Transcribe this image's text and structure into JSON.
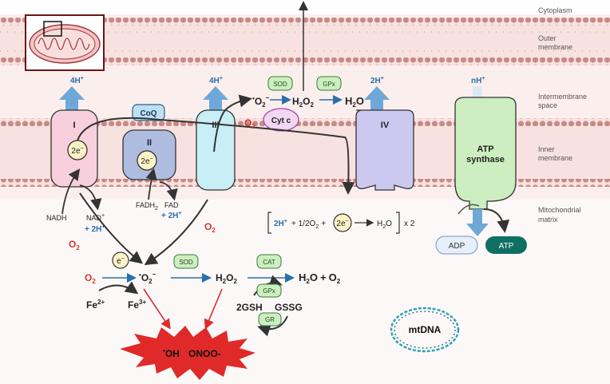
{
  "regions": {
    "cytoplasm": "Cytoplasm",
    "outer_membrane_1": "Outer",
    "outer_membrane_2": "membrane",
    "intermembrane_1": "Intermembrane",
    "intermembrane_2": "space",
    "inner_membrane_1": "Inner",
    "inner_membrane_2": "membrane",
    "matrix_1": "Mitochondrial",
    "matrix_2": "matrix"
  },
  "complexes": {
    "c1": "I",
    "c2": "II",
    "c3": "III",
    "c4": "IV",
    "coq": "CoQ",
    "cytc": "Cyt c",
    "atp_1": "ATP",
    "atp_2": "synthase"
  },
  "protons": {
    "c1": "4H",
    "c3": "4H",
    "c4": "2H",
    "atp": "nH",
    "plus": "+"
  },
  "electrons": {
    "two": "2e",
    "one": "e",
    "minus": "−"
  },
  "substrates": {
    "nadh": "NADH",
    "nad": "NAD",
    "plus2h": "+ 2H",
    "fadh2_a": "FADH",
    "fadh2_b": "2",
    "fad": "FAD",
    "o2": "O",
    "two": "2"
  },
  "ims_chain": {
    "sod": "SOD",
    "gpx": "GPx",
    "superoxide": "O",
    "h2o2_a": "H",
    "h2o2_b": "O",
    "h2o_a": "H",
    "h2o_b": "O"
  },
  "complex4_reaction": {
    "h": "2H",
    "half": "+ 1/2O",
    "plus": "+",
    "arrow_out": "H",
    "water_end": "O",
    "times": "x 2"
  },
  "atp": {
    "adp": "ADP",
    "atp": "ATP"
  },
  "matrix": {
    "sod": "SOD",
    "cat": "CAT",
    "gpx": "GPx",
    "gr": "GR",
    "h2o2": "H",
    "h2o_o2": "H",
    "gsh": "2GSH",
    "gssg": "GSSG",
    "fe2": "Fe",
    "fe2_sup": "2+",
    "fe3": "Fe",
    "fe3_sup": "3+",
    "oh": "OH",
    "onoo": "ONOO-",
    "dot": "•"
  },
  "mtdna": "mtDNA",
  "colors": {
    "membrane_band": "#f7e2e0",
    "lipid_head": "#c98a86",
    "complex1": "#f8cfdc",
    "complex2": "#aebce0",
    "complex3": "#c8eef6",
    "complex4": "#cdc8ef",
    "atp_synthase": "#cdeec0",
    "proton_arrow": "#6fa8d8",
    "ros_burst": "#e02a2a",
    "dna": "#2aa5b8"
  }
}
